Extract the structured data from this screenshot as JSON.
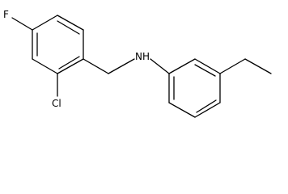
{
  "molecule": {
    "atoms": {
      "fluorine": "F",
      "chlorine": "Cl",
      "amine": "NH"
    }
  }
}
